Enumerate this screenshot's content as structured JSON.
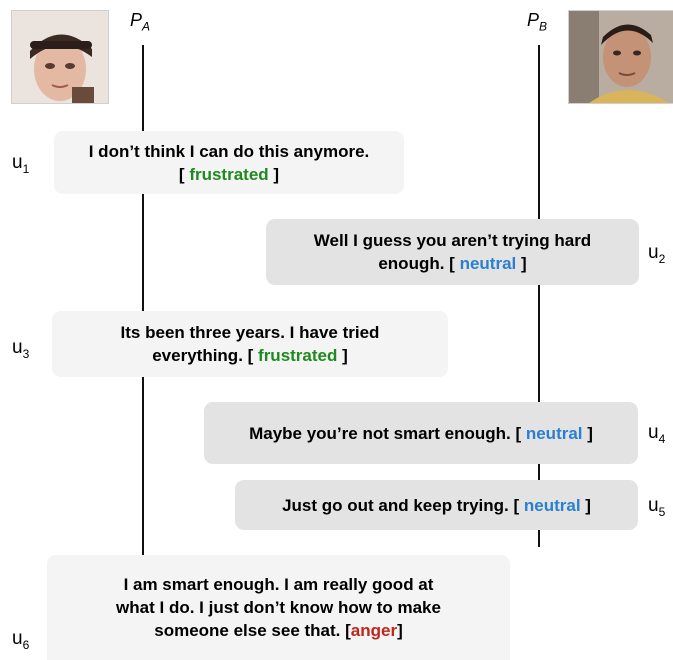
{
  "participants": {
    "a": {
      "base": "P",
      "sub": "A"
    },
    "b": {
      "base": "P",
      "sub": "B"
    }
  },
  "utterances": [
    {
      "id_base": "u",
      "id_sub": "1",
      "speaker": "A",
      "line1": "I don’t think I can do this anymore.",
      "line2_pre": "[ ",
      "emotion": "frustrated",
      "line2_post": " ]"
    },
    {
      "id_base": "u",
      "id_sub": "2",
      "speaker": "B",
      "line1": "Well I guess you aren’t trying hard",
      "line2_pre": "enough. [ ",
      "emotion": "neutral",
      "line2_post": " ]"
    },
    {
      "id_base": "u",
      "id_sub": "3",
      "speaker": "A",
      "line1": "Its been three years. I have tried",
      "line2_pre": "everything. [ ",
      "emotion": "frustrated",
      "line2_post": " ]"
    },
    {
      "id_base": "u",
      "id_sub": "4",
      "speaker": "B",
      "line1_pre": "Maybe you’re not smart enough. [ ",
      "emotion": "neutral",
      "line1_post": " ]"
    },
    {
      "id_base": "u",
      "id_sub": "5",
      "speaker": "B",
      "line1_pre": "Just go out and keep trying. [ ",
      "emotion": "neutral",
      "line1_post": " ]"
    },
    {
      "id_base": "u",
      "id_sub": "6",
      "speaker": "A",
      "line1": "I am smart enough. I am really good at",
      "line2": "what I do. I just don’t know how to make",
      "line3_pre": "someone else see that. [",
      "emotion": "anger",
      "line3_post": "]"
    }
  ],
  "colors": {
    "frustrated": "#1f8a1f",
    "neutral": "#2b7fd0",
    "anger": "#c0261b"
  }
}
